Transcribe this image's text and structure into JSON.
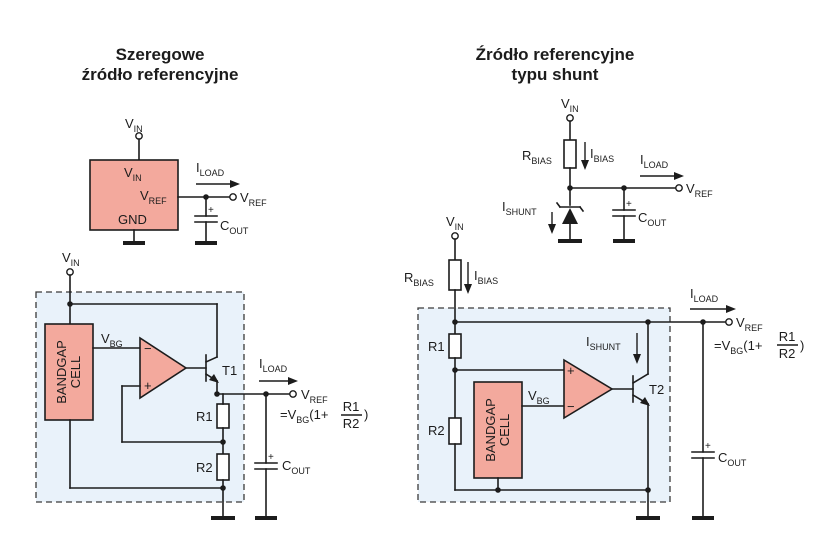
{
  "titles": {
    "series_line1": "Szeregowe",
    "series_line2": "źródło referencyjne",
    "shunt_line1": "Źródło referencyjne",
    "shunt_line2": "typu shunt"
  },
  "labels": {
    "v_main": "V",
    "i_main": "I",
    "c_main": "C",
    "r_main": "R",
    "sub_in": "IN",
    "sub_ref": "REF",
    "sub_out": "OUT",
    "sub_load": "LOAD",
    "sub_bg": "BG",
    "sub_bias": "BIAS",
    "sub_shunt": "SHUNT",
    "gnd": "GND",
    "r1": "R1",
    "r2": "R2",
    "t1": "T1",
    "t2": "T2",
    "bandgap": "BANDGAP",
    "cell": "CELL",
    "plus": "+",
    "minus": "−",
    "eq_prefix": "=V",
    "eq_open": "(1+",
    "eq_num": "R1",
    "eq_den": "R2",
    "eq_close": ")"
  },
  "colors": {
    "block_fill": "#f3a99d",
    "dashed_fill": "#e9f2fa",
    "wire": "#1c1c1c"
  }
}
